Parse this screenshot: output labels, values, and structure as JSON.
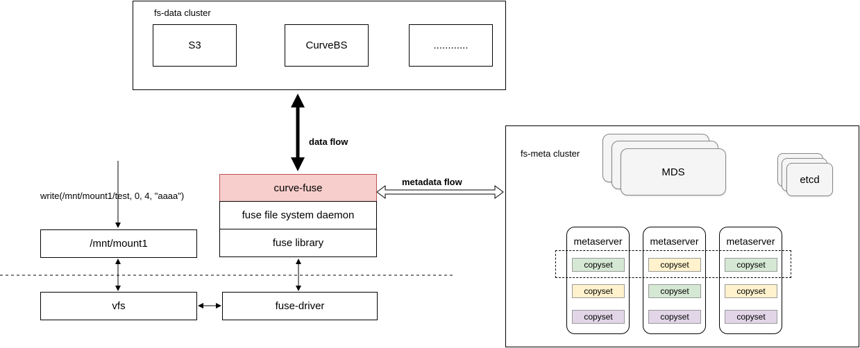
{
  "fs_data_cluster": {
    "title": "fs-data cluster",
    "items": [
      "S3",
      "CurveBS",
      "............"
    ]
  },
  "flows": {
    "data_flow": "data flow",
    "metadata_flow": "metadata flow"
  },
  "client": {
    "write_call": "write(/mnt/mount1/test, 0, 4, \"aaaa\")",
    "mount": "/mnt/mount1",
    "vfs": "vfs",
    "fuse_driver": "fuse-driver",
    "curve_fuse": "curve-fuse",
    "daemon": "fuse file system daemon",
    "library": "fuse library"
  },
  "fs_meta_cluster": {
    "title": "fs-meta  cluster",
    "mds": "MDS",
    "etcd": "etcd",
    "metaservers": [
      {
        "label": "metaserver",
        "copysets": [
          "copyset",
          "copyset",
          "copyset"
        ]
      },
      {
        "label": "metaserver",
        "copysets": [
          "copyset",
          "copyset",
          "copyset"
        ]
      },
      {
        "label": "metaserver",
        "copysets": [
          "copyset",
          "copyset",
          "copyset"
        ]
      }
    ]
  },
  "colors": {
    "curve_fuse_fill": "#f8cecc",
    "curve_fuse_border": "#b85450",
    "green": "#d5e8d4",
    "yellow": "#fff2cc",
    "purple": "#e1d5e7"
  }
}
